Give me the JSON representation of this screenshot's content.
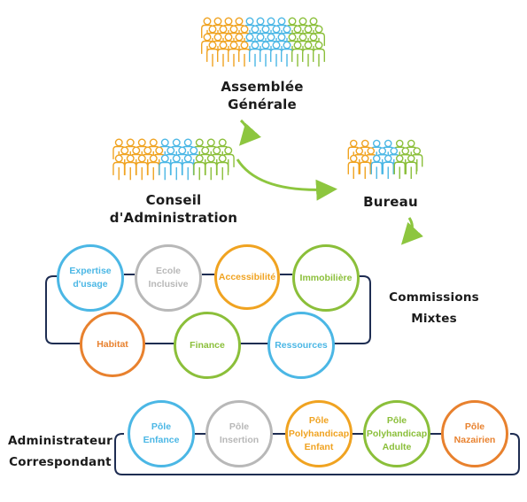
{
  "colors": {
    "blue": "#4bb7e5",
    "grey": "#b8b8b8",
    "orange": "#f0a321",
    "green": "#8bbf3a",
    "darkorange": "#e8812e",
    "navy": "#1e2d52",
    "arrow": "#8dc63f"
  },
  "nodes": {
    "assemblee": {
      "line1": "Assemblée",
      "line2": "Générale"
    },
    "conseil": {
      "line1": "Conseil",
      "line2": "d'Administration"
    },
    "bureau": {
      "label": "Bureau"
    },
    "commissions": {
      "line1": "Commissions",
      "line2": "Mixtes"
    },
    "administrateur": {
      "line1": "Administrateur",
      "line2": "Correspondant"
    }
  },
  "commissions_circles": [
    {
      "line1": "Expertise",
      "line2": "d'usage",
      "color": "blue"
    },
    {
      "line1": "Ecole",
      "line2": "Inclusive",
      "color": "grey"
    },
    {
      "line1": "Accessibilité",
      "line2": "",
      "color": "orange"
    },
    {
      "line1": "Immobilière",
      "line2": "",
      "color": "green"
    },
    {
      "line1": "Habitat",
      "line2": "",
      "color": "darkorange"
    },
    {
      "line1": "Finance",
      "line2": "",
      "color": "green"
    },
    {
      "line1": "Ressources",
      "line2": "",
      "color": "blue"
    }
  ],
  "poles_circles": [
    {
      "line1": "Pôle",
      "line2": "Enfance",
      "line3": "",
      "color": "blue"
    },
    {
      "line1": "Pôle",
      "line2": "Insertion",
      "line3": "",
      "color": "grey"
    },
    {
      "line1": "Pôle",
      "line2": "Polyhandicap",
      "line3": "Enfant",
      "color": "orange"
    },
    {
      "line1": "Pôle",
      "line2": "Polyhandicap",
      "line3": "Adulte",
      "color": "green"
    },
    {
      "line1": "Pôle",
      "line2": "Nazairien",
      "line3": "",
      "color": "darkorange"
    }
  ]
}
